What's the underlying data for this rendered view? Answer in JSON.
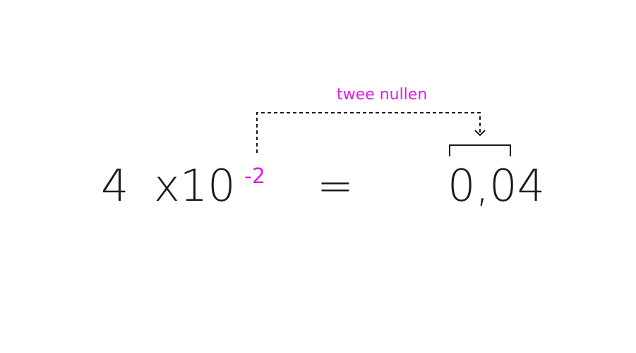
{
  "expression": {
    "mantissa": "4",
    "times_ten": "x10",
    "exponent": "-2",
    "equals": "=",
    "result": "0,04"
  },
  "annotation": {
    "note": "twee nullen"
  },
  "colors": {
    "text": "#1a1a1a",
    "accent": "#e020e0",
    "line": "#1a1a1a"
  }
}
